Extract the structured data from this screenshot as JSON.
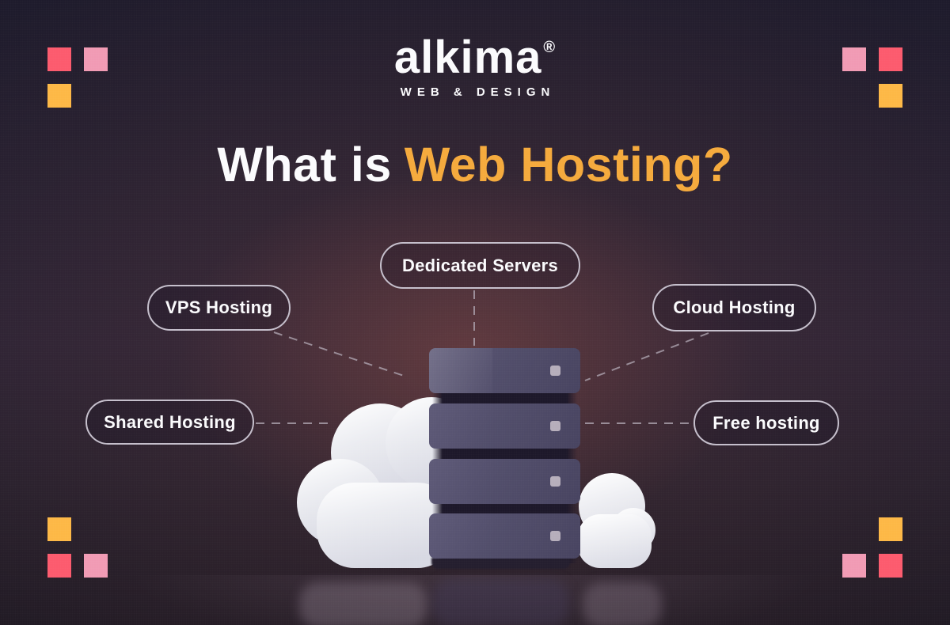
{
  "logo": {
    "name": "alkima",
    "registered_mark": "®",
    "tagline": "WEB & DESIGN"
  },
  "title": {
    "prefix": "What is",
    "highlight": "Web Hosting?"
  },
  "pills": [
    {
      "id": "dedicated-servers",
      "label": "Dedicated Servers"
    },
    {
      "id": "vps-hosting",
      "label": "VPS Hosting"
    },
    {
      "id": "cloud-hosting",
      "label": "Cloud Hosting"
    },
    {
      "id": "shared-hosting",
      "label": "Shared Hosting"
    },
    {
      "id": "free-hosting",
      "label": "Free hosting"
    }
  ],
  "illustration": {
    "server_units": 4,
    "clouds": 2,
    "icons": [
      "server-stack-icon",
      "cloud-icon"
    ]
  },
  "colors": {
    "text_white": "#FBFBFD",
    "accent_orange": "#F5AA3C",
    "square_red": "#FC5A6D",
    "square_pink": "#F19AB4",
    "square_orange": "#FDB845",
    "pill_border": "#C5BFCC",
    "connector": "#B3AAB6",
    "server_body": "#514D6A",
    "server_light": "#B6AEBB",
    "cloud_white": "#F2F3F7",
    "background_top": "#1D1A2B",
    "background_glow": "#6B4045"
  }
}
